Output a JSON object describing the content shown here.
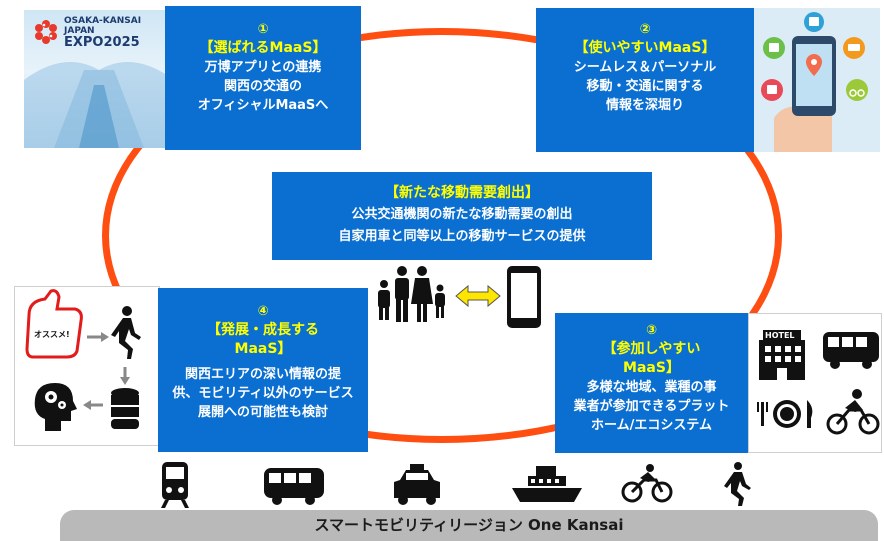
{
  "expo": {
    "l1": "OSAKA-KANSAI",
    "l2": "JAPAN",
    "l3": "EXPO2025"
  },
  "box1": {
    "num": "①",
    "title": "【選ばれるMaaS】",
    "lines": [
      "万博アプリとの連携",
      "関西の交通の",
      "オフィシャルMaaSへ"
    ]
  },
  "box2": {
    "num": "②",
    "title": "【使いやすいMaaS】",
    "lines": [
      "シームレス＆パーソナル",
      "移動・交通に関する",
      "情報を深堀り"
    ]
  },
  "center": {
    "title": "【新たな移動需要創出】",
    "lines": [
      "公共交通機関の新たな移動需要の創出",
      "自家用車と同等以上の移動サービスの提供"
    ]
  },
  "box4": {
    "num": "④",
    "title1": "【発展・成長する",
    "title2": "MaaS】",
    "lines": [
      "関西エリアの深い情報の提",
      "供、モビリティ以外のサービス",
      "展開への可能性も検討"
    ]
  },
  "box3": {
    "num": "③",
    "title1": "【参加しやすい",
    "title2": "MaaS】",
    "lines": [
      "多様な地域、業種の事",
      "業者が参加できるプラット",
      "ホーム/エコシステム"
    ]
  },
  "thumb_label": "オススメ!",
  "hotel_label": "HOTEL",
  "footer": "スマートモビリティリージョン One Kansai",
  "colors": {
    "box": "#0a6fd1",
    "accent_text": "#ffff00",
    "ring": "#ff4e11",
    "footer": "#b9b9b9"
  }
}
